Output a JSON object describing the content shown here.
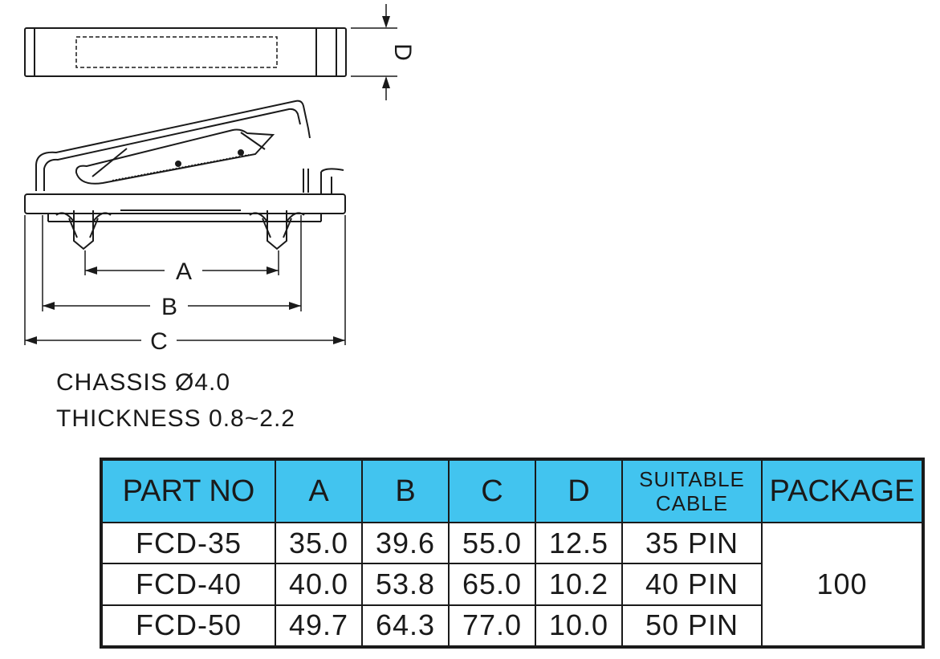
{
  "drawing": {
    "dim_labels": {
      "a": "A",
      "b": "B",
      "c": "C",
      "d": "D"
    }
  },
  "specs": {
    "chassis": "CHASSIS Ø4.0",
    "thickness": "THICKNESS 0.8~2.2"
  },
  "table": {
    "headers": {
      "part_no": "PART NO",
      "a": "A",
      "b": "B",
      "c": "C",
      "d": "D",
      "cable_line1": "SUITABLE",
      "cable_line2": "CABLE",
      "package": "PACKAGE"
    },
    "rows": [
      {
        "part_no": "FCD-35",
        "a": "35.0",
        "b": "39.6",
        "c": "55.0",
        "d": "12.5",
        "cable": "35 PIN"
      },
      {
        "part_no": "FCD-40",
        "a": "40.0",
        "b": "53.8",
        "c": "65.0",
        "d": "10.2",
        "cable": "40 PIN"
      },
      {
        "part_no": "FCD-50",
        "a": "49.7",
        "b": "64.3",
        "c": "77.0",
        "d": "10.0",
        "cable": "50 PIN"
      }
    ],
    "package": "100"
  }
}
